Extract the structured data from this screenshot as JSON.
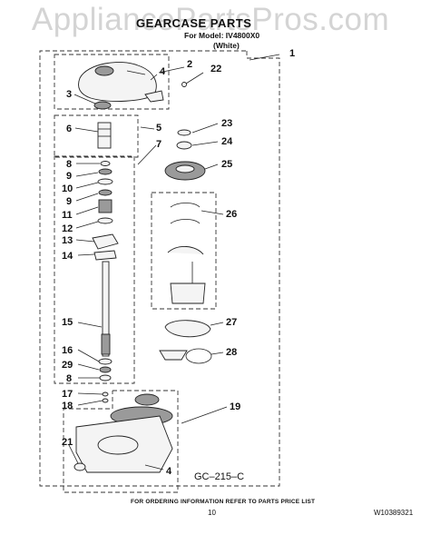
{
  "watermark": "AppliancePartsPros.com",
  "header": {
    "title": "GEARCASE PARTS",
    "model_line": "For Model: IV4800X0",
    "variant": "(White)"
  },
  "callouts": [
    "1",
    "2",
    "22",
    "4",
    "3",
    "5",
    "6",
    "7",
    "8",
    "9",
    "10",
    "9",
    "11",
    "12",
    "13",
    "14",
    "23",
    "24",
    "25",
    "26",
    "27",
    "28",
    "15",
    "16",
    "29",
    "8",
    "17",
    "18",
    "19",
    "21",
    "4"
  ],
  "diagram_code": "GC–215–C",
  "footer": {
    "note": "FOR ORDERING INFORMATION REFER TO PARTS PRICE LIST",
    "page": "10",
    "doc_number": "W10389321"
  }
}
